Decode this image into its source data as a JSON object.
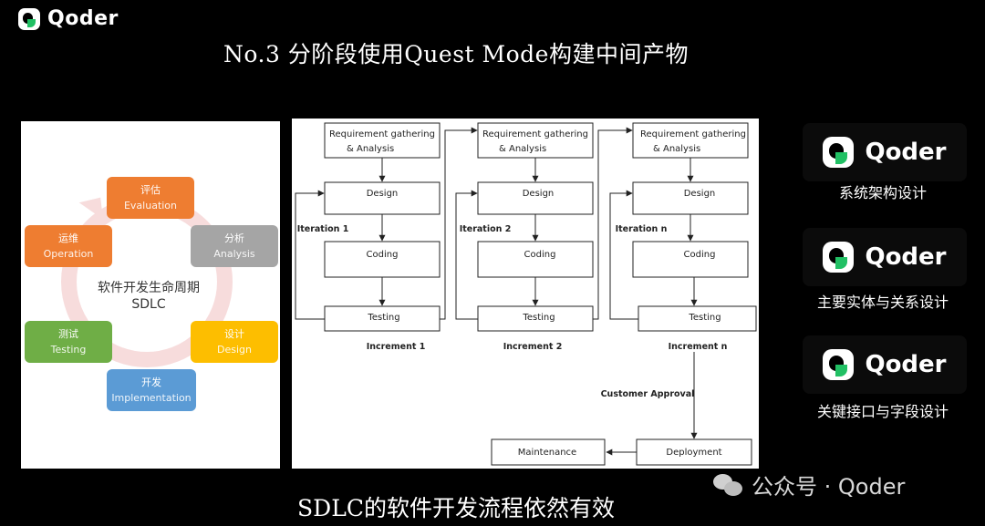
{
  "brand": {
    "name": "Qoder",
    "accent": "#21c064"
  },
  "title": "No.3 分阶段使用Quest Mode构建中间产物",
  "caption": "SDLC的软件开发流程依然有效",
  "sdlc": {
    "center_cn": "软件开发生命周期",
    "center_en": "SDLC",
    "stages": [
      {
        "cn": "评估",
        "en": "Evaluation",
        "color": "#ee7d31"
      },
      {
        "cn": "分析",
        "en": "Analysis",
        "color": "#a5a5a5"
      },
      {
        "cn": "设计",
        "en": "Design",
        "color": "#fdbe00"
      },
      {
        "cn": "开发",
        "en": "Implementation",
        "color": "#5b9bd5"
      },
      {
        "cn": "测试",
        "en": "Testing",
        "color": "#6fae46"
      },
      {
        "cn": "运维",
        "en": "Operation",
        "color": "#ee7d31"
      }
    ]
  },
  "diagram": {
    "requirement_line1": "Requirement gathering",
    "requirement_line2": "& Analysis",
    "design": "Design",
    "coding": "Coding",
    "testing": "Testing",
    "iterations": [
      "Iteration 1",
      "Iteration 2",
      "Iteration n"
    ],
    "increments": [
      "Increment 1",
      "Increment 2",
      "Increment n"
    ],
    "customer_approval": "Customer Approval",
    "deployment": "Deployment",
    "maintenance": "Maintenance"
  },
  "cards": [
    {
      "logo_word": "Qoder",
      "label": "系统架构设计"
    },
    {
      "logo_word": "Qoder",
      "label": "主要实体与关系设计"
    },
    {
      "logo_word": "Qoder",
      "label": "关键接口与字段设计"
    }
  ],
  "watermark": {
    "text": "公众号 · Qoder",
    "icon": "wechat-icon"
  }
}
